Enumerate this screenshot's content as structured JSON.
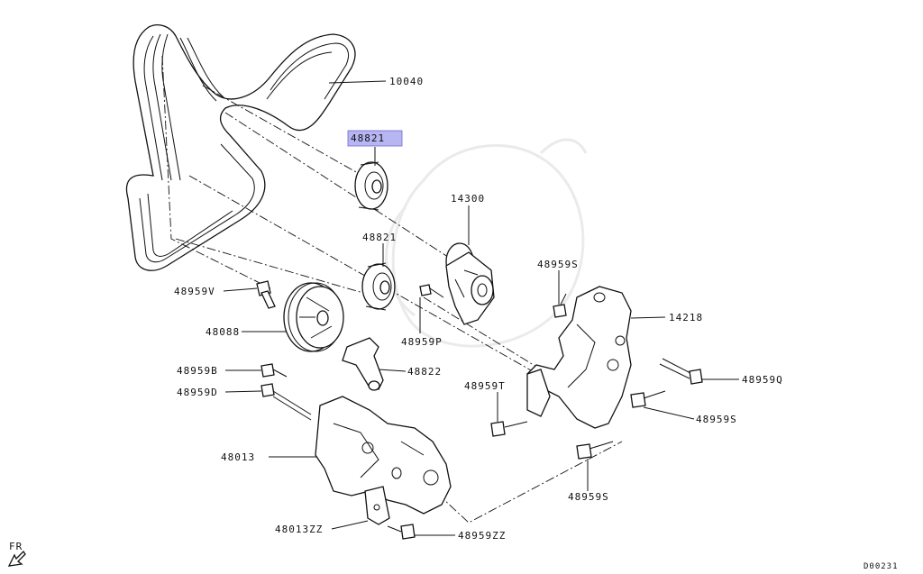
{
  "parts": {
    "belt": "10040",
    "idler_upper": "48821",
    "tensioner": "14300",
    "idler_lower": "48821",
    "bolt_v": "48959V",
    "bolt_s_top": "48959S",
    "bracket_right": "14218",
    "pulley": "48088",
    "bolt_p": "48959P",
    "spacer": "48822",
    "bolt_b": "48959B",
    "bolt_q": "48959Q",
    "bolt_d": "48959D",
    "bolt_t": "48959T",
    "bolt_s_mid": "48959S",
    "bracket_main": "48013",
    "bolt_s_bottom": "48959S",
    "stay": "48013ZZ",
    "bolt_zz": "48959ZZ"
  },
  "front_marker": "FR",
  "diagram_code": "D00231",
  "highlight_color": "#b7b5f2"
}
